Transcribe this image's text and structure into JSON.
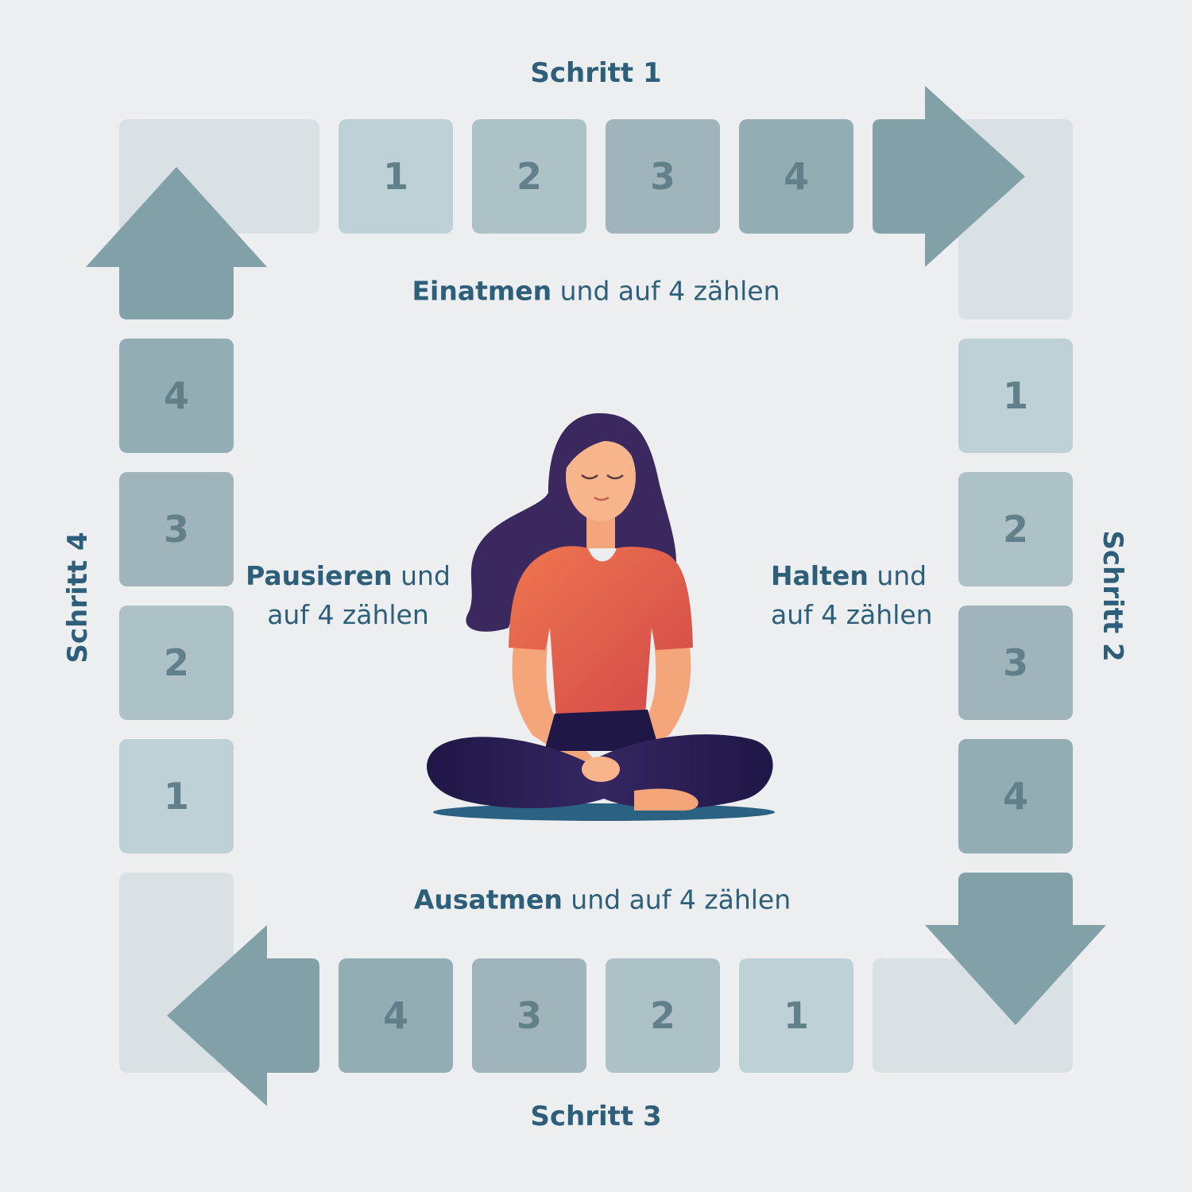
{
  "steps": {
    "step1": "Schritt 1",
    "step2": "Schritt 2",
    "step3": "Schritt 3",
    "step4": "Schritt 4"
  },
  "instructions": {
    "inhale": {
      "bold": "Einatmen",
      "rest": " und auf 4 zählen"
    },
    "hold": {
      "bold": "Halten",
      "rest1": " und",
      "line2": "auf 4 zählen"
    },
    "exhale": {
      "bold": "Ausatmen",
      "rest": " und auf 4 zählen"
    },
    "pause": {
      "bold": "Pausieren",
      "rest1": " und",
      "line2": "auf 4 zählen"
    }
  },
  "counts": {
    "top": [
      "1",
      "2",
      "3",
      "4"
    ],
    "right": [
      "1",
      "2",
      "3",
      "4"
    ],
    "bottom": [
      "4",
      "3",
      "2",
      "1"
    ],
    "left": [
      "4",
      "3",
      "2",
      "1"
    ]
  },
  "colors": {
    "background": "#eceef0",
    "text": "#2e5f7a",
    "arrow": "#82a0a8",
    "tile_light": "#bed1d6",
    "tile_dark": "#93adb4",
    "shirt": "#e0604a",
    "hair": "#3a285e",
    "pants": "#2a1d50",
    "skin": "#f4a57a"
  },
  "icons": {
    "arrows": [
      "arrow-right-icon",
      "arrow-down-icon",
      "arrow-left-icon",
      "arrow-up-icon"
    ],
    "figure": "meditating-woman-illustration"
  }
}
